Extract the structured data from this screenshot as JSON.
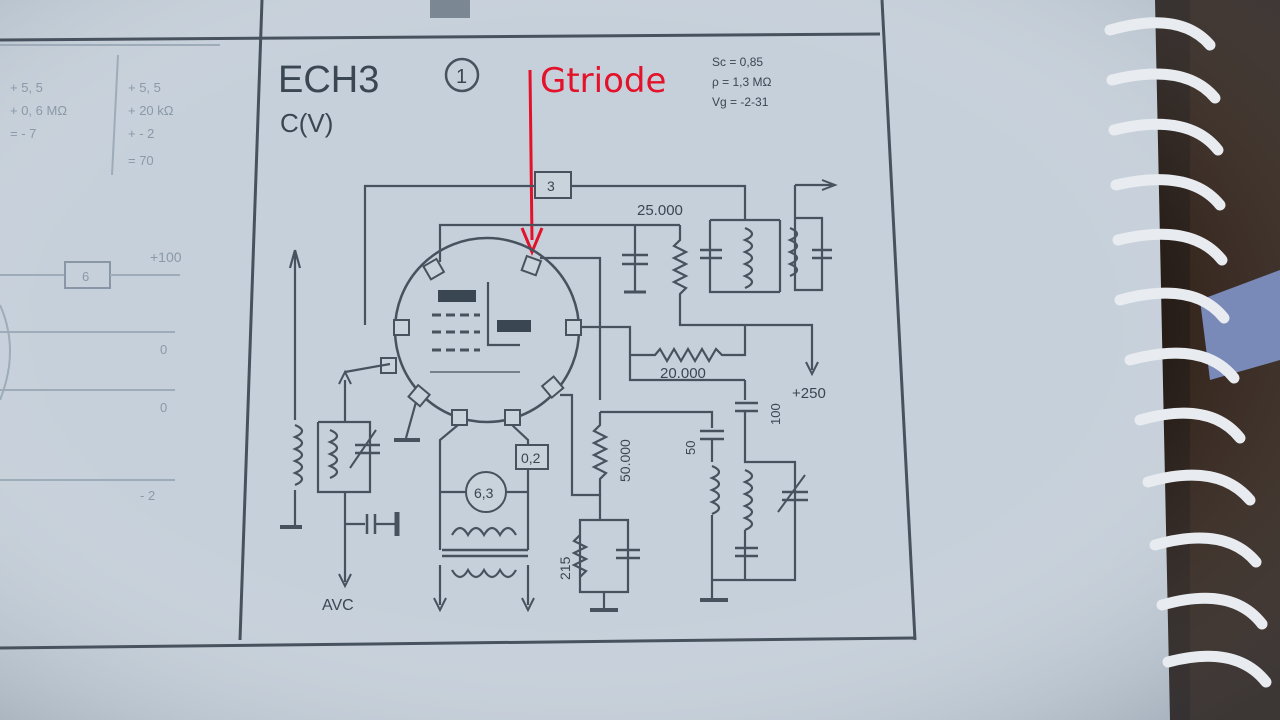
{
  "tube": {
    "type": "ECH3",
    "socket": "C(V)",
    "circled_number": "1",
    "specs": [
      "Sc = 0,85",
      "ρ = 1,3 MΩ",
      "Vg = -2-31"
    ]
  },
  "annotation": {
    "text": "Gtriode",
    "color": "#e3122a"
  },
  "components": {
    "resistor_top": "25.000",
    "resistor_mid": "20.000",
    "resistor_anode": "50.000",
    "resistor_cathode": "215",
    "cap_50": "50",
    "cap_100": "100",
    "box_3": "3",
    "heater_voltage": "6,3",
    "heater_current": "0,2",
    "supply_plus": "+250",
    "avc": "AVC"
  },
  "left_panel": {
    "plus_label": "+100",
    "row_labels": [
      "0",
      "0",
      "- 2"
    ],
    "box_label": "6",
    "faint_left": [
      "+ 5, 5",
      "+ 0, 6 MΩ",
      "= - 7"
    ],
    "faint_right": [
      "+ 5, 5",
      "+ 20 kΩ",
      "+ - 2",
      "= 70"
    ]
  },
  "colors": {
    "paper": "#c9d3dc",
    "ink": "#3b4653",
    "annotation_red": "#e3122a",
    "background_dark": "#1d120c",
    "coil_white": "#e8ecf0"
  }
}
